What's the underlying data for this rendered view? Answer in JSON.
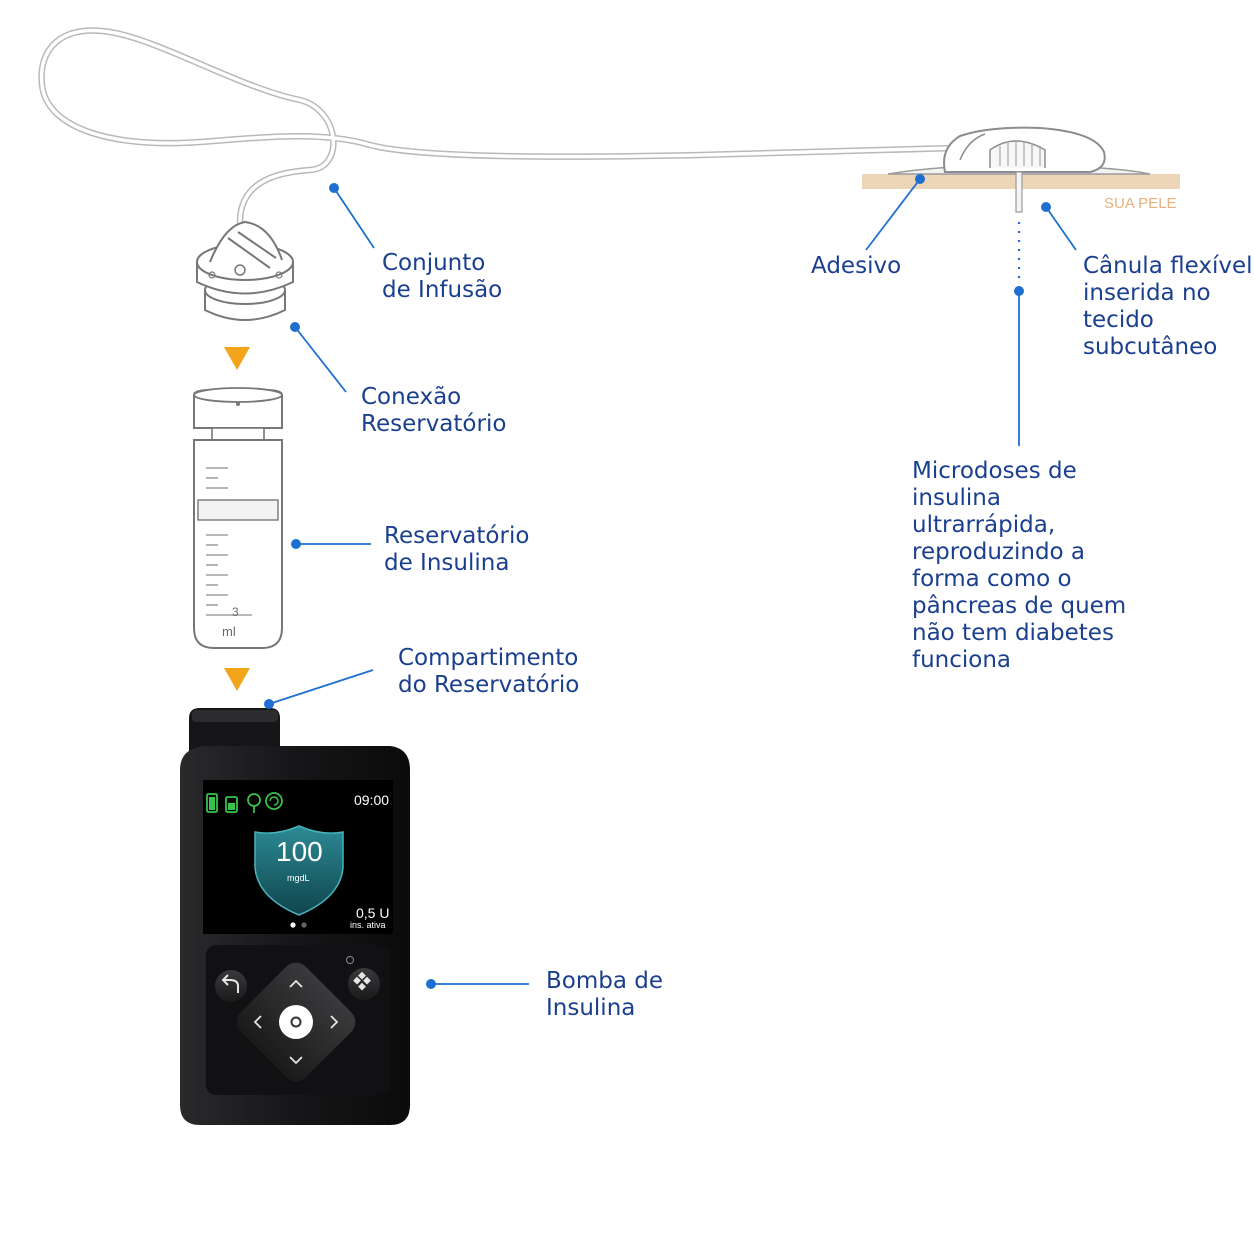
{
  "colors": {
    "label": "#1b3f8f",
    "leader": "#1f6fd1",
    "arrow": "#f2a51a",
    "skin": "#edd5b8",
    "skin_label": "#e8b07c",
    "shield": "#1f6f7a"
  },
  "labels": {
    "infusion_set": [
      "Conjunto",
      "de Infusão"
    ],
    "reservoir_connection": [
      "Conexão",
      "Reservatório"
    ],
    "insulin_reservoir": [
      "Reservatório",
      "de Insulina"
    ],
    "reservoir_compartment": [
      "Compartimento",
      "do Reservatório"
    ],
    "insulin_pump": [
      "Bomba de",
      "Insulina"
    ],
    "adhesive": "Adesivo",
    "cannula": [
      "Cânula flexível",
      "inserida no",
      "tecido",
      "subcutâneo"
    ],
    "microdoses": [
      "Microdoses de",
      "insulina",
      "ultrarrápida,",
      "reproduzindo a",
      "forma como o",
      "pâncreas de quem",
      "não tem diabetes",
      "funciona"
    ],
    "skin": "SUA PELE"
  },
  "reservoir_marks": {
    "volume": "3",
    "unit": "ml"
  },
  "pump_screen": {
    "time": "09:00",
    "glucose_value": "100",
    "glucose_unit": "mgdL",
    "active_insulin": "0,5 U",
    "active_insulin_label": "ins. ativa",
    "status_icons": [
      "battery-icon",
      "reservoir-status-icon",
      "sensor-signal-icon",
      "auto-mode-icon"
    ]
  },
  "pump_buttons": [
    "back-button",
    "menu-button",
    "up-button",
    "down-button",
    "left-button",
    "right-button",
    "select-button"
  ]
}
